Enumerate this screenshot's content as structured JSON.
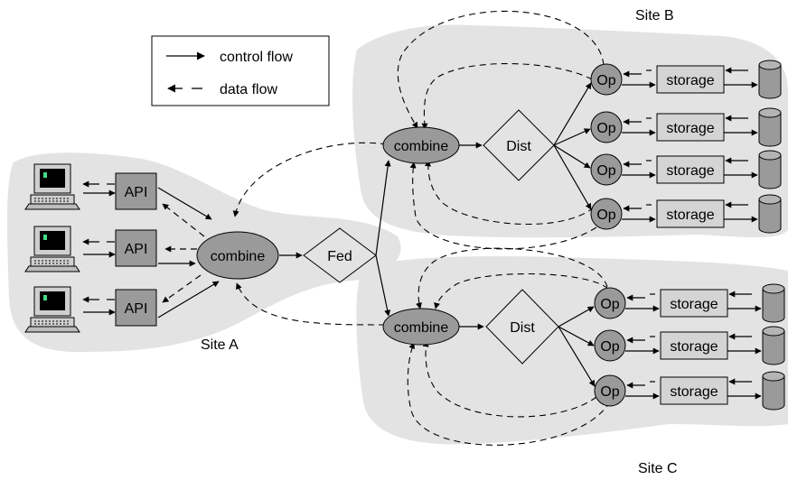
{
  "legend": {
    "control_flow": "control flow",
    "data_flow": "data flow"
  },
  "sites": {
    "a": "Site A",
    "b": "Site B",
    "c": "Site C"
  },
  "site_a": {
    "api_labels": [
      "API",
      "API",
      "API"
    ],
    "combine": "combine",
    "fed": "Fed"
  },
  "site_b": {
    "combine": "combine",
    "dist": "Dist",
    "ops": [
      "Op",
      "Op",
      "Op",
      "Op"
    ],
    "storages": [
      "storage",
      "storage",
      "storage",
      "storage"
    ]
  },
  "site_c": {
    "combine": "combine",
    "dist": "Dist",
    "ops": [
      "Op",
      "Op",
      "Op"
    ],
    "storages": [
      "storage",
      "storage",
      "storage"
    ]
  },
  "colors": {
    "region_fill": "#e3e3e3",
    "node_fill": "#9a9a9a",
    "storage_fill": "#d4d4d4",
    "stroke": "#000000"
  }
}
